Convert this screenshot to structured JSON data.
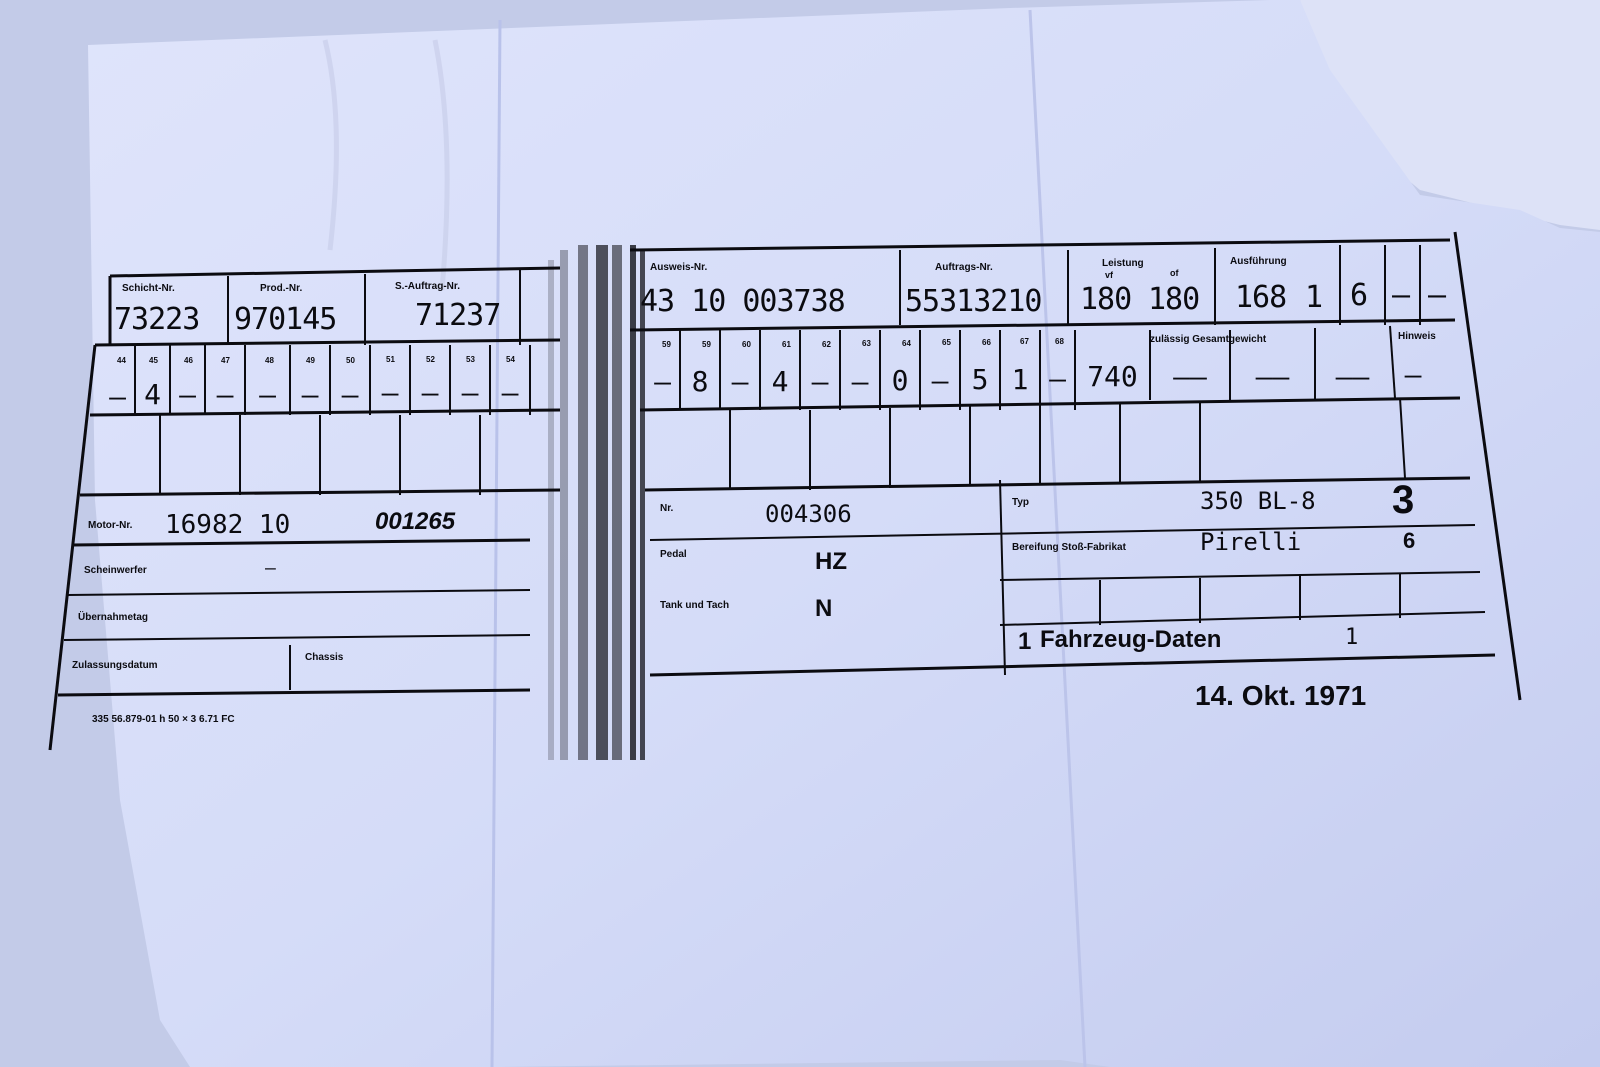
{
  "form": {
    "top_left": {
      "labels": [
        "Schicht-Nr.",
        "Prod.-Nr.",
        "S.-Auftrag-Nr."
      ],
      "values": [
        "73223",
        "970145",
        "71237"
      ]
    },
    "top_right": {
      "labels": [
        "Ausweis-Nr.",
        "Auftrags-Nr.",
        "Leistung",
        "Ausführung"
      ],
      "aussteller_value": "43 10 003738",
      "auftrags_value": "55313210",
      "leistung_values": [
        "180",
        "180"
      ],
      "leistung_sub": [
        "vf",
        "of"
      ],
      "ausf_value": "168",
      "small_values": [
        "1",
        "6",
        "–",
        "–"
      ]
    },
    "row2_left": {
      "numbers": [
        "44",
        "45",
        "46",
        "47",
        "48",
        "49",
        "50",
        "51",
        "52",
        "53",
        "54"
      ],
      "values": [
        "–",
        "4",
        "–",
        "–",
        "–",
        "–",
        "–",
        "–",
        "–",
        "–",
        "–"
      ]
    },
    "row2_right": {
      "numbers": [
        "59",
        "59",
        "60",
        "61",
        "62",
        "63",
        "64",
        "65",
        "66",
        "67",
        "68"
      ],
      "values": [
        "–",
        "8",
        "–",
        "4",
        "–",
        "–",
        "0",
        "–",
        "5",
        "1",
        "–",
        "740",
        "——",
        "——",
        "——",
        "–"
      ],
      "gewicht_label": "zulässig Gesamtgewicht",
      "hinweis_label": "Hinweis"
    },
    "motor": {
      "label": "Motor-Nr.",
      "value1": "16982 10",
      "value2": "001265"
    },
    "chassis_no": {
      "label": "Nr.",
      "value": "004306"
    },
    "typ": {
      "label": "Typ",
      "value": "350 BL-8",
      "mark": "3"
    },
    "scheinwerfer": {
      "label": "Scheinwerfer",
      "value": "–"
    },
    "pedal": {
      "label": "Pedal",
      "value": "HZ"
    },
    "bereifung": {
      "label": "Bereifung Stoß-Fabrikat",
      "value": "Pirelli",
      "mark": "6"
    },
    "uebernahme": {
      "label": "Übernahmetag"
    },
    "tank": {
      "label": "Tank und Tach",
      "value": "N"
    },
    "zulassung": {
      "label": "Zulassungsdatum",
      "chassis_label": "Chassis"
    },
    "title": {
      "prefix": "1",
      "text": "Fahrzeug-Daten",
      "suffix": "1"
    },
    "date": "14. Okt. 1971",
    "footer_code": "335 56.879-01 h  50 × 3  6.71  FC"
  }
}
